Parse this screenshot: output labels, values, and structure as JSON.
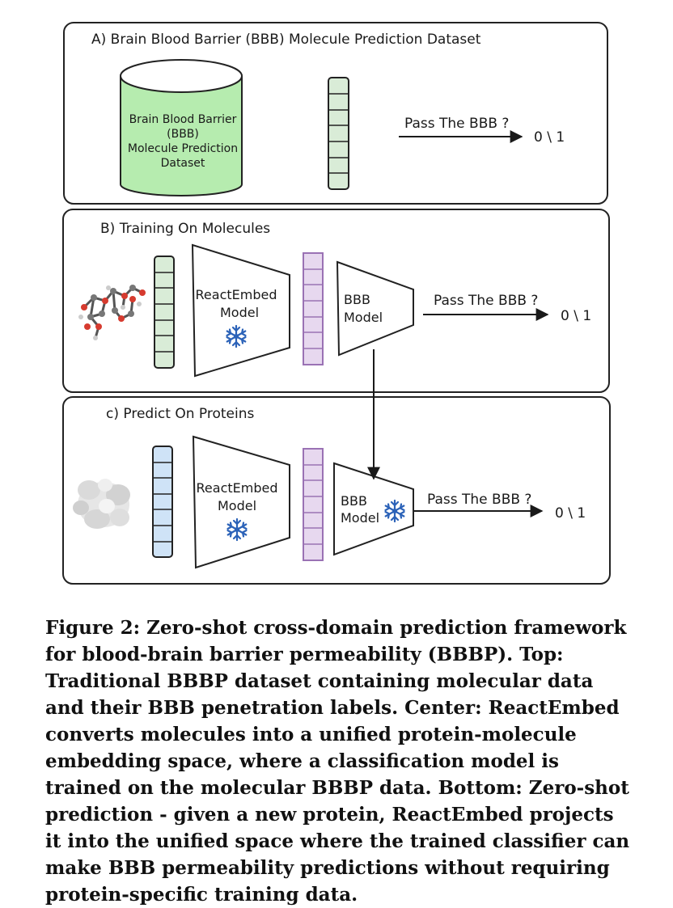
{
  "panel_a": {
    "title": "A) Brain Blood Barrier (BBB) Molecule Prediction Dataset",
    "cylinder_lines": [
      "Brain Blood Barrier",
      "(BBB)",
      "Molecule Prediction",
      "Dataset"
    ],
    "question": "Pass The BBB ?",
    "output": "0 \\ 1"
  },
  "panel_b": {
    "title": "B) Training On Molecules",
    "model_lines": [
      "ReactEmbed",
      "Model"
    ],
    "bbb_lines": [
      "BBB",
      "Model"
    ],
    "question": "Pass The BBB ?",
    "output": "0 \\ 1"
  },
  "panel_c": {
    "title": "c) Predict On Proteins",
    "model_lines": [
      "ReactEmbed",
      "Model"
    ],
    "bbb_lines": [
      "BBB",
      "Model"
    ],
    "question": "Pass The BBB ?",
    "output": "0 \\ 1"
  },
  "colors": {
    "green_fill": "#d9ecd7",
    "cylinder_fill": "#b6ecaf",
    "purple_fill": "#e7d8ef",
    "purple_stroke": "#9a72b4",
    "blue_fill": "#cfe3f7",
    "snowflake": "#2b62b8"
  },
  "caption": "Figure 2: Zero-shot cross-domain prediction framework for blood-brain barrier permeability (BBBP). Top: Traditional BBBP dataset containing molecular data and their BBB penetration labels. Center: ReactEmbed converts molecules into a unified protein-molecule embedding space, where a classification model is trained on the molecular BBBP data. Bottom: Zero-shot prediction - given a new protein, ReactEmbed projects it into the unified space where the trained classifier can make BBB permeability predictions without requiring protein-specific training data."
}
